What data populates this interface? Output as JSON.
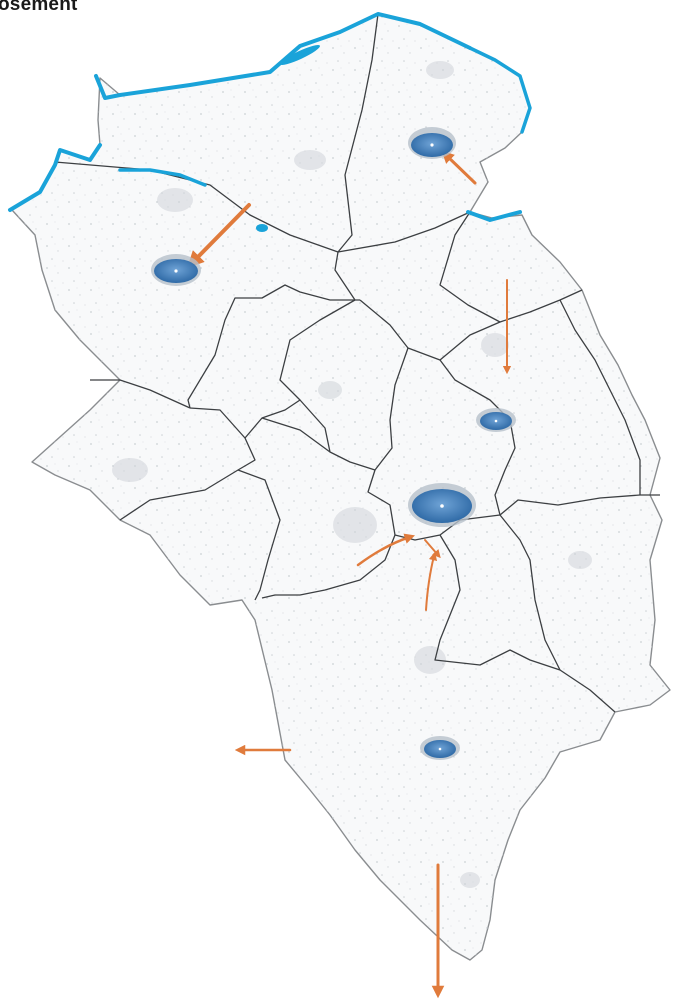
{
  "title": "osement",
  "colors": {
    "coast": "#1aa3d9",
    "arrow": "#e07b3c",
    "marker_fill": "#3e7ab8",
    "marker_ring": "#b6c0ca",
    "texture": "#c7ccd1"
  },
  "markers": [
    {
      "id": "north-east",
      "size": "medium"
    },
    {
      "id": "north-west",
      "size": "medium"
    },
    {
      "id": "east",
      "size": "small"
    },
    {
      "id": "center",
      "size": "large"
    },
    {
      "id": "south",
      "size": "small"
    }
  ],
  "flows": [
    {
      "id": "into-north-east",
      "direction": "inward",
      "weight": "thin"
    },
    {
      "id": "into-north-west",
      "direction": "inward",
      "weight": "medium"
    },
    {
      "id": "down-east",
      "direction": "outward",
      "weight": "thin"
    },
    {
      "id": "into-center-west",
      "direction": "inward",
      "weight": "thin"
    },
    {
      "id": "into-center-south",
      "direction": "inward",
      "weight": "thin"
    },
    {
      "id": "out-west",
      "direction": "outward",
      "weight": "thin"
    },
    {
      "id": "out-south",
      "direction": "outward",
      "weight": "medium"
    }
  ]
}
